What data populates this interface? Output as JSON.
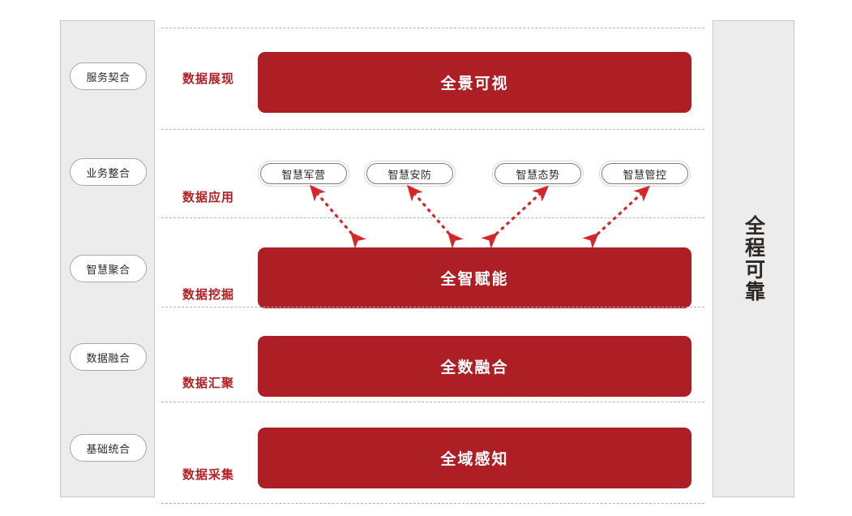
{
  "diagram": {
    "left_panel": {
      "name": "stage-column",
      "stages": [
        {
          "label": "服务契合"
        },
        {
          "label": "业务整合"
        },
        {
          "label": "智慧聚合"
        },
        {
          "label": "数据融合"
        },
        {
          "label": "基础统合"
        }
      ]
    },
    "right_panel": {
      "label": "全程可靠"
    },
    "rows": [
      {
        "label": "数据展现",
        "type": "bar",
        "bar_text": "全景可视"
      },
      {
        "label": "数据应用",
        "type": "pills",
        "pills": [
          {
            "label": "智慧军营"
          },
          {
            "label": "智慧安防"
          },
          {
            "label": "智慧态势"
          },
          {
            "label": "智慧管控"
          }
        ]
      },
      {
        "label": "数据挖掘",
        "type": "bar",
        "bar_text": "全智赋能"
      },
      {
        "label": "数据汇聚",
        "type": "bar",
        "bar_text": "全数融合"
      },
      {
        "label": "数据采集",
        "type": "bar",
        "bar_text": "全域感知"
      }
    ],
    "connectors": {
      "style": "dashed-double-arrow",
      "color": "#d5262b",
      "count": 4,
      "description": "双向虚线箭头连接数据应用与数据挖掘"
    },
    "colors": {
      "bar_red": "#ad1f25",
      "label_red": "#b22025",
      "panel_gray": "#ececec",
      "panel_border": "#c9c9c9",
      "divider_gray": "#b4b4b4",
      "text_dark": "#2e2925",
      "arrow_red": "#d5262b"
    }
  }
}
